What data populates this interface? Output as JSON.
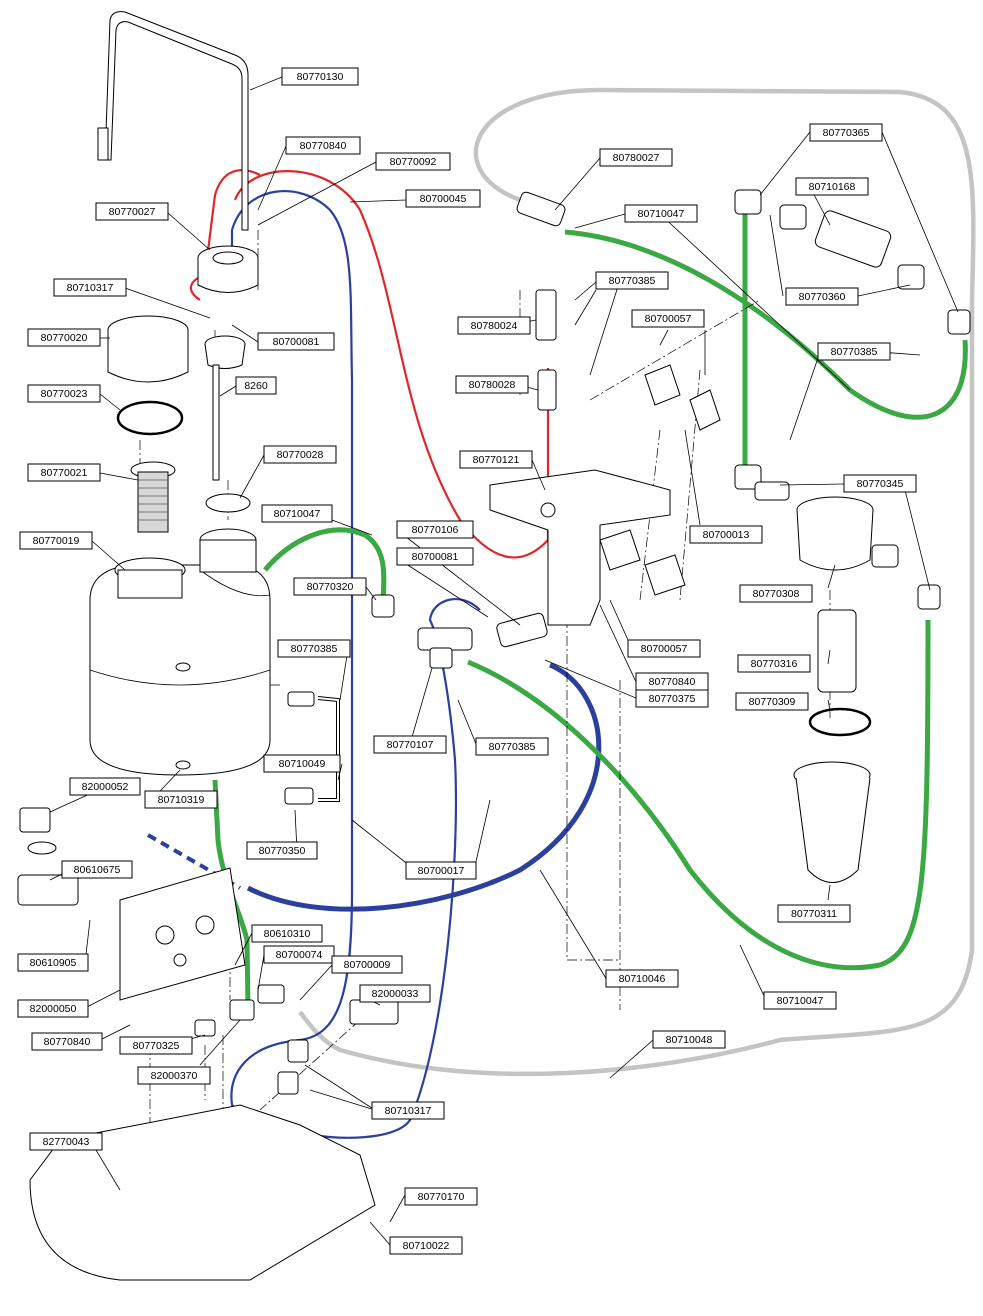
{
  "labels": [
    "80770130",
    "80770840",
    "80770092",
    "80700045",
    "80770027",
    "80710317",
    "80700081",
    "80770020",
    "8260",
    "80770023",
    "80770021",
    "80770028",
    "80710047",
    "80770019",
    "80770320",
    "80770106",
    "80700081",
    "80770385",
    "80710049",
    "82000052",
    "80710319",
    "80770350",
    "80610675",
    "80700017",
    "80610905",
    "80610310",
    "80700074",
    "80700009",
    "82000033",
    "82000050",
    "80770840",
    "80770325",
    "82000370",
    "80710317",
    "80770107",
    "80770385",
    "80710046",
    "80770375",
    "80770840",
    "80700057",
    "82770043",
    "80770170",
    "80710022",
    "80710048",
    "80780027",
    "80710047",
    "80770365",
    "80710168",
    "80770360",
    "80780024",
    "80770385",
    "80780028",
    "80700057",
    "80770385",
    "80770121",
    "80700013",
    "80770345",
    "80770308",
    "80770316",
    "80770309",
    "80770311",
    "80710047"
  ]
}
